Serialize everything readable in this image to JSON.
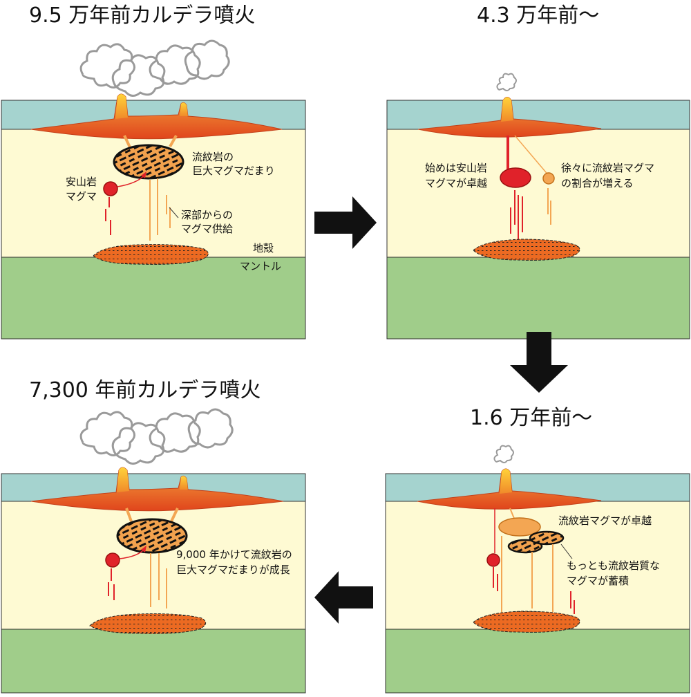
{
  "colors": {
    "sea": "#a5d3cf",
    "crust": "#fefad3",
    "mantle": "#a0cd8a",
    "lava": "#ec6a22",
    "lava_light": "#f3a653",
    "magma_red": "#e0222a",
    "chamber_lines": "#111111",
    "ash": "#999999"
  },
  "panels": {
    "p1": {
      "title": "9.5 万年前カルデラ噴火",
      "label_rhyolite": [
        "流紋岩の",
        "巨大マグマだまり"
      ],
      "label_andesite": [
        "安山岩",
        "マグマ"
      ],
      "label_supply": [
        "深部からの",
        "マグマ供給"
      ],
      "label_crust": "地殻",
      "label_mantle": "マントル"
    },
    "p2": {
      "title": "4.3 万年前〜",
      "label_andesite_dominant": [
        "始めは安山岩",
        "マグマが卓越"
      ],
      "label_rhyolite_increase": [
        "徐々に流紋岩マグマ",
        "の割合が増える"
      ]
    },
    "p3": {
      "title": "1.6 万年前〜",
      "label_rhyolite_dominant": "流紋岩マグマが卓越",
      "label_most_rhyolitic": [
        "もっとも流紋岩質な",
        "マグマが蓄積"
      ]
    },
    "p4": {
      "title": "7,300 年前カルデラ噴火",
      "label_growth": [
        "9,000 年かけて流紋岩の",
        "巨大マグマだまりが成長"
      ]
    }
  }
}
